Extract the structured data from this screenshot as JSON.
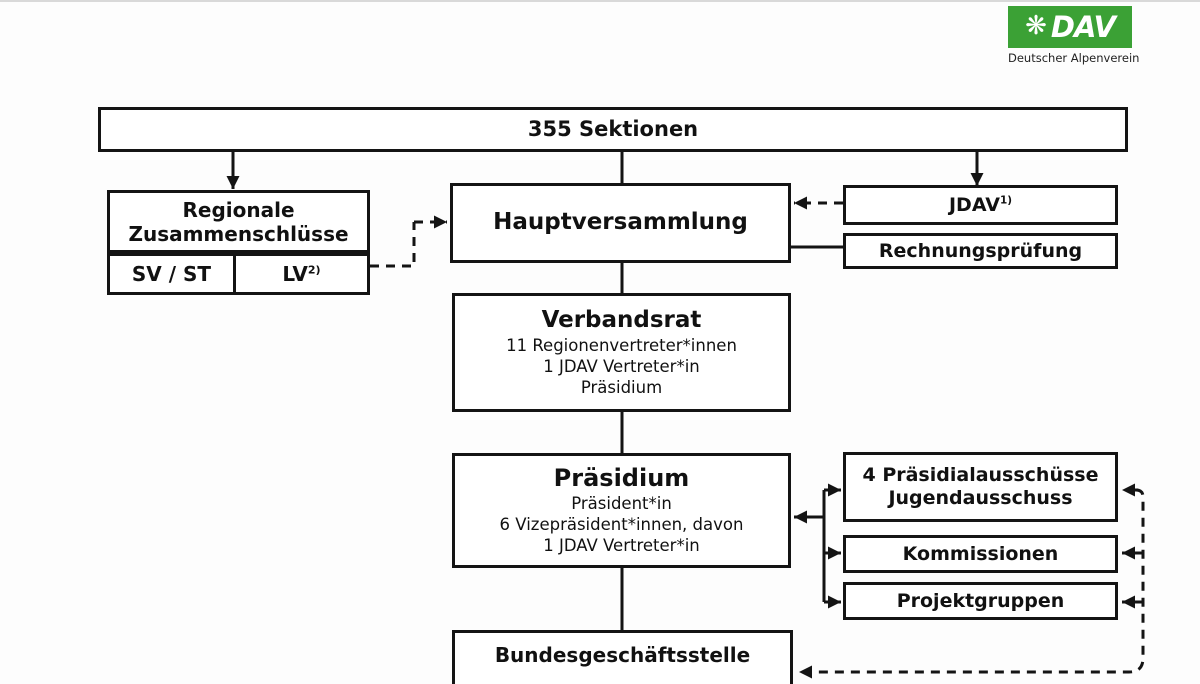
{
  "logo": {
    "brand": "DAV",
    "subtitle": "Deutscher Alpenverein",
    "icon": "edelweiss-flower",
    "accent_green": "#3ba135"
  },
  "colors": {
    "line_black": "#141414",
    "background": "#fdfdfd"
  },
  "diagram": {
    "sektionen": {
      "label": "355 Sektionen"
    },
    "regionale": {
      "line1": "Regionale",
      "line2": "Zusammenschlüsse",
      "cell1": "SV / ST",
      "cell2": "LV",
      "cell2_sup": "2)"
    },
    "hauptversammlung": {
      "label": "Hauptversammlung"
    },
    "jdav": {
      "label": "JDAV",
      "sup": "1)"
    },
    "rechnungspruefung": {
      "label": "Rechnungsprüfung"
    },
    "verbandsrat": {
      "title": "Verbandsrat",
      "line1": "11 Regionenvertreter*innen",
      "line2": "1 JDAV Vertreter*in",
      "line3": "Präsidium"
    },
    "praesidium": {
      "title": "Präsidium",
      "line1": "Präsident*in",
      "line2": "6 Vizepräsident*innen, davon",
      "line3": "1 JDAV Vertreter*in"
    },
    "praesidialausschuesse": {
      "line1": "4 Präsidialausschüsse",
      "line2": "Jugendausschuss"
    },
    "kommissionen": {
      "label": "Kommissionen"
    },
    "projektgruppen": {
      "label": "Projektgruppen"
    },
    "bundesgeschaeftsstelle": {
      "label": "Bundesgeschäftsstelle"
    }
  }
}
